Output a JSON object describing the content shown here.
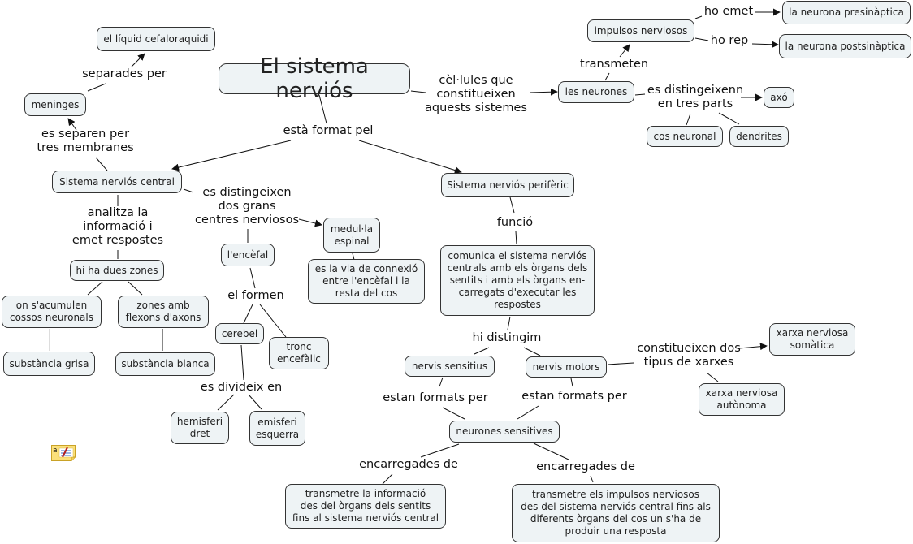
{
  "diagram": {
    "title": "El sistema nerviós",
    "nodes": {
      "main": "El sistema nerviós",
      "liquid": "el líquid cefaloraquidi",
      "meninges": "meninges",
      "snc": "Sistema nerviós central",
      "snp": "Sistema nerviós perifèric",
      "neurones": "les neurones",
      "impulsos": "impulsos nerviosos",
      "presinaptica": "la neurona presinàptica",
      "postsinaptica": "la neurona postsinàptica",
      "axo": "axó",
      "cos_neuronal": "cos neuronal",
      "dendrites": "dendrites",
      "dues_zones": "hi ha dues zones",
      "acumulen": "on s'acumulen\ncossos neuronals",
      "zones_amb": "zones amb\nflexons d'axons",
      "grisa": "substància grisa",
      "blanca": "substància blanca",
      "encefal": "l'encèfal",
      "medulla": "medul·la\nespinal",
      "via_connexio": "es la via de connexió\nentre l'encèfal i la\nresta del cos",
      "cerebel": "cerebel",
      "tronc": "tronc\nencefàlic",
      "hem_dret": "hemisferi\ndret",
      "hem_esquerra": "emisferi\nesquerra",
      "comunica": "comunica el sistema nerviós\ncentrals amb els òrgans dels\nsentits i amb els òrgans en-\ncarregats d'executar les\nrespostes",
      "sensitius": "nervis sensitius",
      "motors": "nervis motors",
      "somatica": "xarxa nerviosa\nsomàtica",
      "autonoma": "xarxa nerviosa\nautònoma",
      "neur_sensitives": "neurones sensitives",
      "transmetre_info": "transmetre la informació\ndes del òrgans dels sentits\nfins al sistema nerviós central",
      "transmetre_imp": "transmetre els impulsos nerviosos\ndes del sistema nerviós central fins als\ndiferents òrgans del cos un s'ha de\nproduir una resposta"
    },
    "links": {
      "separades": "separades per",
      "es_separen": "es separen per\ntres membranes",
      "format_pel": "està format pel",
      "cellules": "cèl·lules que\nconstitueixen\naquests sistemes",
      "transmeten": "transmeten",
      "ho_emet": "ho emet",
      "ho_rep": "ho rep",
      "distingeixenn": "es distingeixenn\nen tres parts",
      "analitza": "analitza la\ninformació i\nemet respostes",
      "dos_grans": "es distingeixen\ndos grans\ncentres nerviosos",
      "el_formen": "el formen",
      "divideix": "es divideix en",
      "funcio": "funció",
      "hi_distingim": "hi distingim",
      "constitueixen": "constitueixen dos\ntipus de xarxes",
      "formats_1": "estan formats per",
      "formats_2": "estan formats per",
      "encarregades_1": "encarregades de",
      "encarregades_2": "encarregades de"
    },
    "icons": {
      "note": "annotation-note-icon"
    }
  }
}
